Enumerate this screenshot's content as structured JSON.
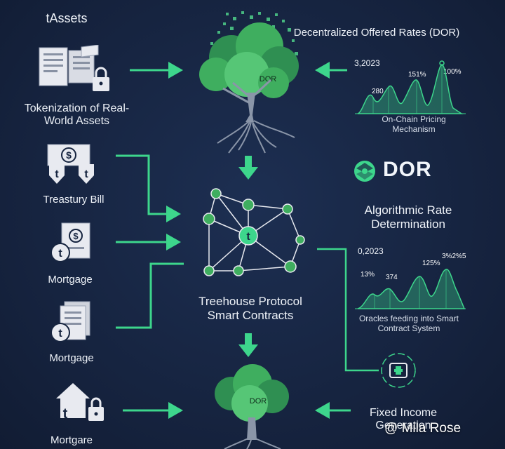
{
  "left": {
    "title": "tAssets",
    "tokenization_label": "Tokenization of Real-World Assets",
    "assets": [
      {
        "label": "Treastury Bill",
        "icon": "dollar-bill-icon"
      },
      {
        "label": "Mortgage",
        "icon": "dollar-document-icon"
      },
      {
        "label": "Mortgage",
        "icon": "document-icon"
      },
      {
        "label": "Mortgare",
        "icon": "house-lock-icon"
      }
    ],
    "token_glyph": "t"
  },
  "top_right": {
    "title": "Decentralized Offered Rates (DOR)",
    "chart_value_top": "3,2023",
    "chart_labels": [
      "280",
      "151%",
      "100%"
    ],
    "caption": "On-Chain Pricing Mechanism"
  },
  "tree_top": {
    "label": "DOR"
  },
  "brand": {
    "name": "DOR"
  },
  "algorithmic_label": "Algorithmic Rate Determination",
  "mid_right": {
    "chart_value_top": "0,2023",
    "chart_labels": [
      "13%",
      "374",
      "125%",
      "3%2%5"
    ],
    "caption": "Oracles feeding into Smart Contract System"
  },
  "center": {
    "label": "Treehouse Protocol Smart Contracts",
    "node_glyph": "t"
  },
  "tree_bottom": {
    "label": "DOR"
  },
  "fixed_income_label": "Fixed Income Generation",
  "watermark": "@ Mila Rose",
  "colors": {
    "background": "#16243f",
    "accent_green": "#3dd68c",
    "tree_green": "#3fae5f",
    "text": "#eef2f8"
  }
}
